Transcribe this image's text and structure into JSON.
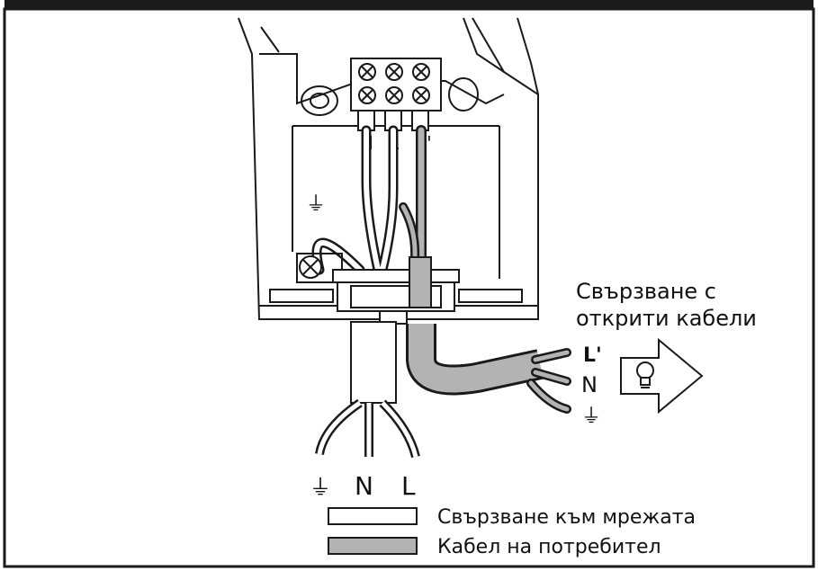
{
  "colors": {
    "ink": "#1a1a1a",
    "mains_cable": "#ffffff",
    "consumer_cable": "#b3b3b3"
  },
  "terminal": {
    "n": "N",
    "l": "L",
    "l_prime": "L'"
  },
  "inner": {
    "earth": "⏚"
  },
  "open_wires": {
    "title_line1": "Свързване с",
    "title_line2": "открити кабели",
    "l_prime": "L'",
    "n": "N",
    "earth": "⏚",
    "lamp": "lightbulb-icon"
  },
  "mains": {
    "earth": "⏚",
    "n": "N",
    "l": "L"
  },
  "legend": {
    "mains_label": "Свързване към мрежата",
    "consumer_label": "Кабел на потребител"
  }
}
